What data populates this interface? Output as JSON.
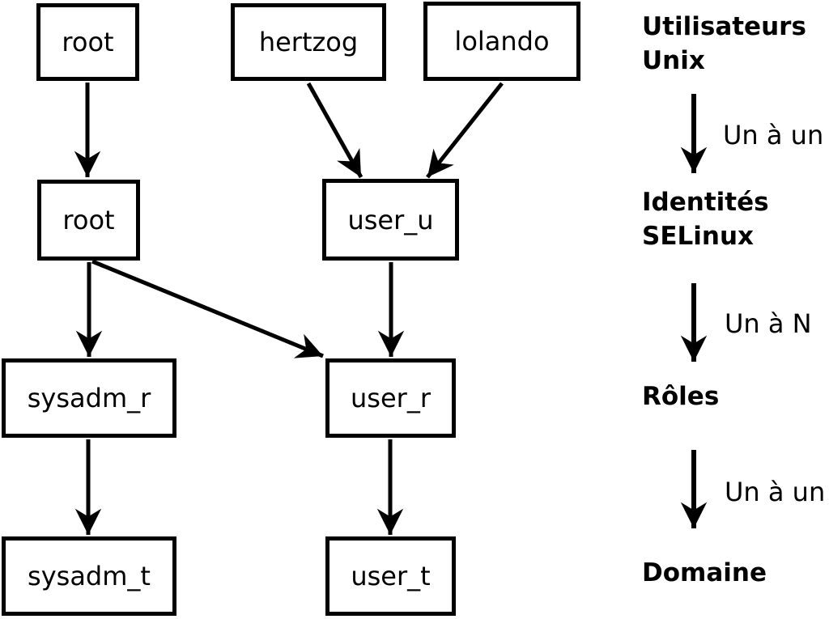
{
  "figure": {
    "background_color": "#ffffff",
    "line_color": "#000000",
    "nodes": {
      "root_unix": {
        "label": "root"
      },
      "hertzog": {
        "label": "hertzog"
      },
      "lolando": {
        "label": "lolando"
      },
      "root_selinux": {
        "label": "root"
      },
      "user_u": {
        "label": "user_u"
      },
      "sysadm_r": {
        "label": "sysadm_r"
      },
      "user_r": {
        "label": "user_r"
      },
      "sysadm_t": {
        "label": "sysadm_t"
      },
      "user_t": {
        "label": "user_t"
      }
    },
    "edges": [
      {
        "from": "root_unix",
        "to": "root_selinux"
      },
      {
        "from": "hertzog",
        "to": "user_u"
      },
      {
        "from": "lolando",
        "to": "user_u"
      },
      {
        "from": "root_selinux",
        "to": "sysadm_r"
      },
      {
        "from": "root_selinux",
        "to": "user_r"
      },
      {
        "from": "user_u",
        "to": "user_r"
      },
      {
        "from": "sysadm_r",
        "to": "sysadm_t"
      },
      {
        "from": "user_r",
        "to": "user_t"
      }
    ],
    "legend": {
      "levels": [
        {
          "line1": "Utilisateurs",
          "line2": "Unix"
        },
        {
          "line1": "Identités",
          "line2": "SELinux"
        },
        {
          "line1": "Rôles",
          "line2": ""
        },
        {
          "line1": "Domaine",
          "line2": ""
        }
      ],
      "relations": [
        {
          "label": "Un à un"
        },
        {
          "label": "Un à N"
        },
        {
          "label": "Un à un"
        }
      ]
    }
  }
}
